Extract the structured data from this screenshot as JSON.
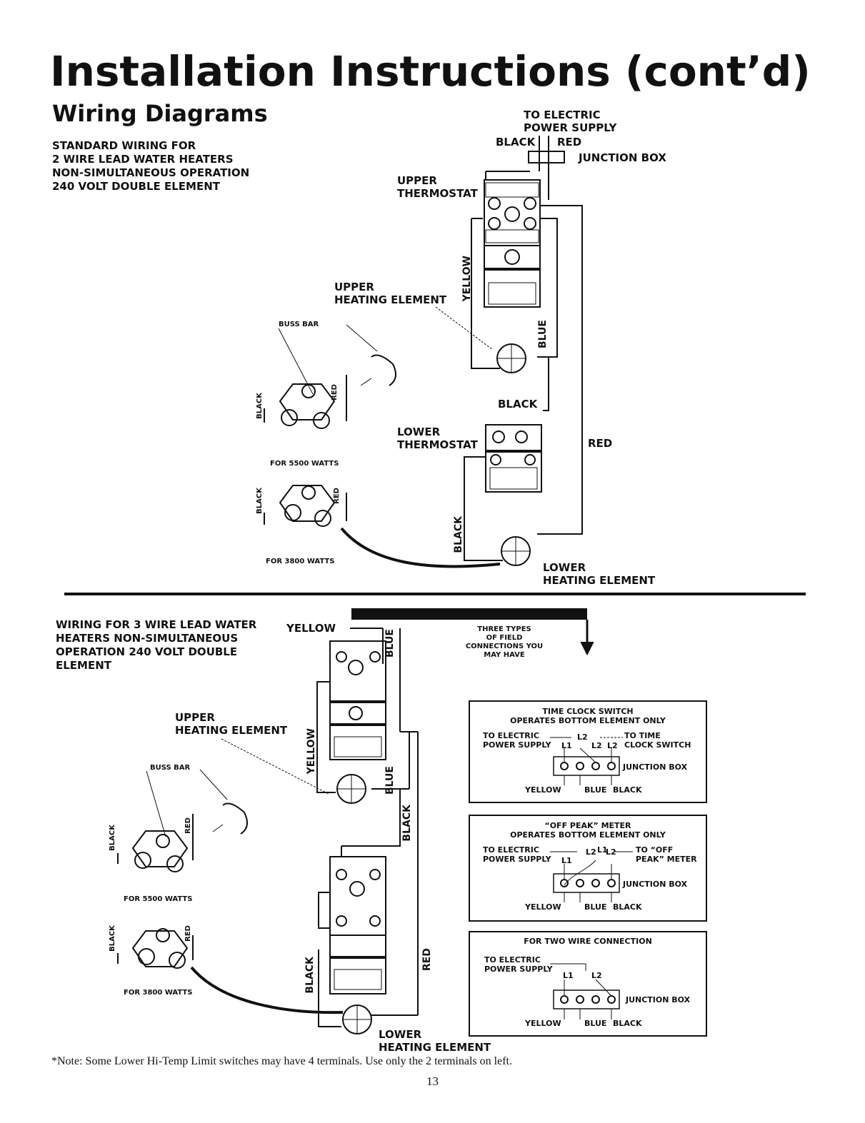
{
  "page": {
    "title": "Installation Instructions (cont’d)",
    "subtitle": "Wiring Diagrams",
    "note": "*Note: Some Lower Hi-Temp Limit switches may have 4 terminals. Use only the 2 terminals on left.",
    "page_number": "13"
  },
  "top_diagram": {
    "heading_lines": [
      "STANDARD WIRING FOR",
      "2 WIRE LEAD WATER HEATERS",
      "NON-SIMULTANEOUS OPERATION",
      "240 VOLT DOUBLE ELEMENT"
    ],
    "power_supply": [
      "TO ELECTRIC",
      "POWER SUPPLY"
    ],
    "black": "BLACK",
    "red": "RED",
    "junction_box": "JUNCTION BOX",
    "upper_thermostat": [
      "UPPER",
      "THERMOSTAT"
    ],
    "upper_heating_element": [
      "UPPER",
      "HEATING ELEMENT"
    ],
    "buss_bar": "BUSS BAR",
    "yellow": "YELLOW",
    "blue": "BLUE",
    "black_mid": "BLACK",
    "lower_thermostat": [
      "LOWER",
      "THERMOSTAT"
    ],
    "red_right": "RED",
    "for_5500": "FOR 5500 WATTS",
    "for_3800": "FOR 3800 WATTS",
    "element_black": "BLACK",
    "element_red": "RED",
    "black_vertical": "BLACK",
    "lower_heating_element": [
      "LOWER",
      "HEATING ELEMENT"
    ]
  },
  "bottom_diagram": {
    "heading_lines": [
      "WIRING FOR 3 WIRE LEAD WATER",
      "HEATERS NON-SIMULTANEOUS",
      "OPERATION 240 VOLT DOUBLE",
      "ELEMENT"
    ],
    "yellow": "YELLOW",
    "blue": "BLUE",
    "three_types": [
      "THREE TYPES",
      "OF FIELD",
      "CONNECTIONS YOU",
      "MAY HAVE"
    ],
    "upper_heating_element": [
      "UPPER",
      "HEATING ELEMENT"
    ],
    "buss_bar": "BUSS BAR",
    "yellow_vert": "YELLOW",
    "blue_vert": "BLUE",
    "black_vert": "BLACK",
    "red_vert": "RED",
    "black_lower": "BLACK",
    "for_5500": "FOR 5500 WATTS",
    "for_3800": "FOR 3800 WATTS",
    "element_black": "BLACK",
    "element_red": "RED",
    "lower_heating_element": [
      "LOWER",
      "HEATING ELEMENT"
    ]
  },
  "connection_boxes": [
    {
      "title_lines": [
        "TIME CLOCK SWITCH",
        "OPERATES BOTTOM ELEMENT ONLY"
      ],
      "left_lines": [
        "TO ELECTRIC",
        "POWER SUPPLY"
      ],
      "terminals": [
        "L1",
        "L2",
        "L2",
        "L2"
      ],
      "right_lines": [
        "TO TIME",
        "CLOCK SWITCH"
      ],
      "junction_box": "JUNCTION BOX",
      "wires": [
        "YELLOW",
        "BLUE",
        "BLACK"
      ]
    },
    {
      "title_lines": [
        "“OFF PEAK” METER",
        "OPERATES BOTTOM ELEMENT ONLY"
      ],
      "left_lines": [
        "TO ELECTRIC",
        "POWER SUPPLY"
      ],
      "terminals": [
        "L1",
        "L2",
        "L1",
        "L2"
      ],
      "right_lines": [
        "TO “OFF",
        "PEAK” METER"
      ],
      "junction_box": "JUNCTION BOX",
      "wires": [
        "YELLOW",
        "BLUE",
        "BLACK"
      ]
    },
    {
      "title_lines": [
        "FOR TWO WIRE CONNECTION"
      ],
      "left_lines": [
        "TO ELECTRIC",
        "POWER SUPPLY"
      ],
      "terminals": [
        "L1",
        "L2"
      ],
      "right_lines": [],
      "junction_box": "JUNCTION BOX",
      "wires": [
        "YELLOW",
        "BLUE",
        "BLACK"
      ]
    }
  ]
}
